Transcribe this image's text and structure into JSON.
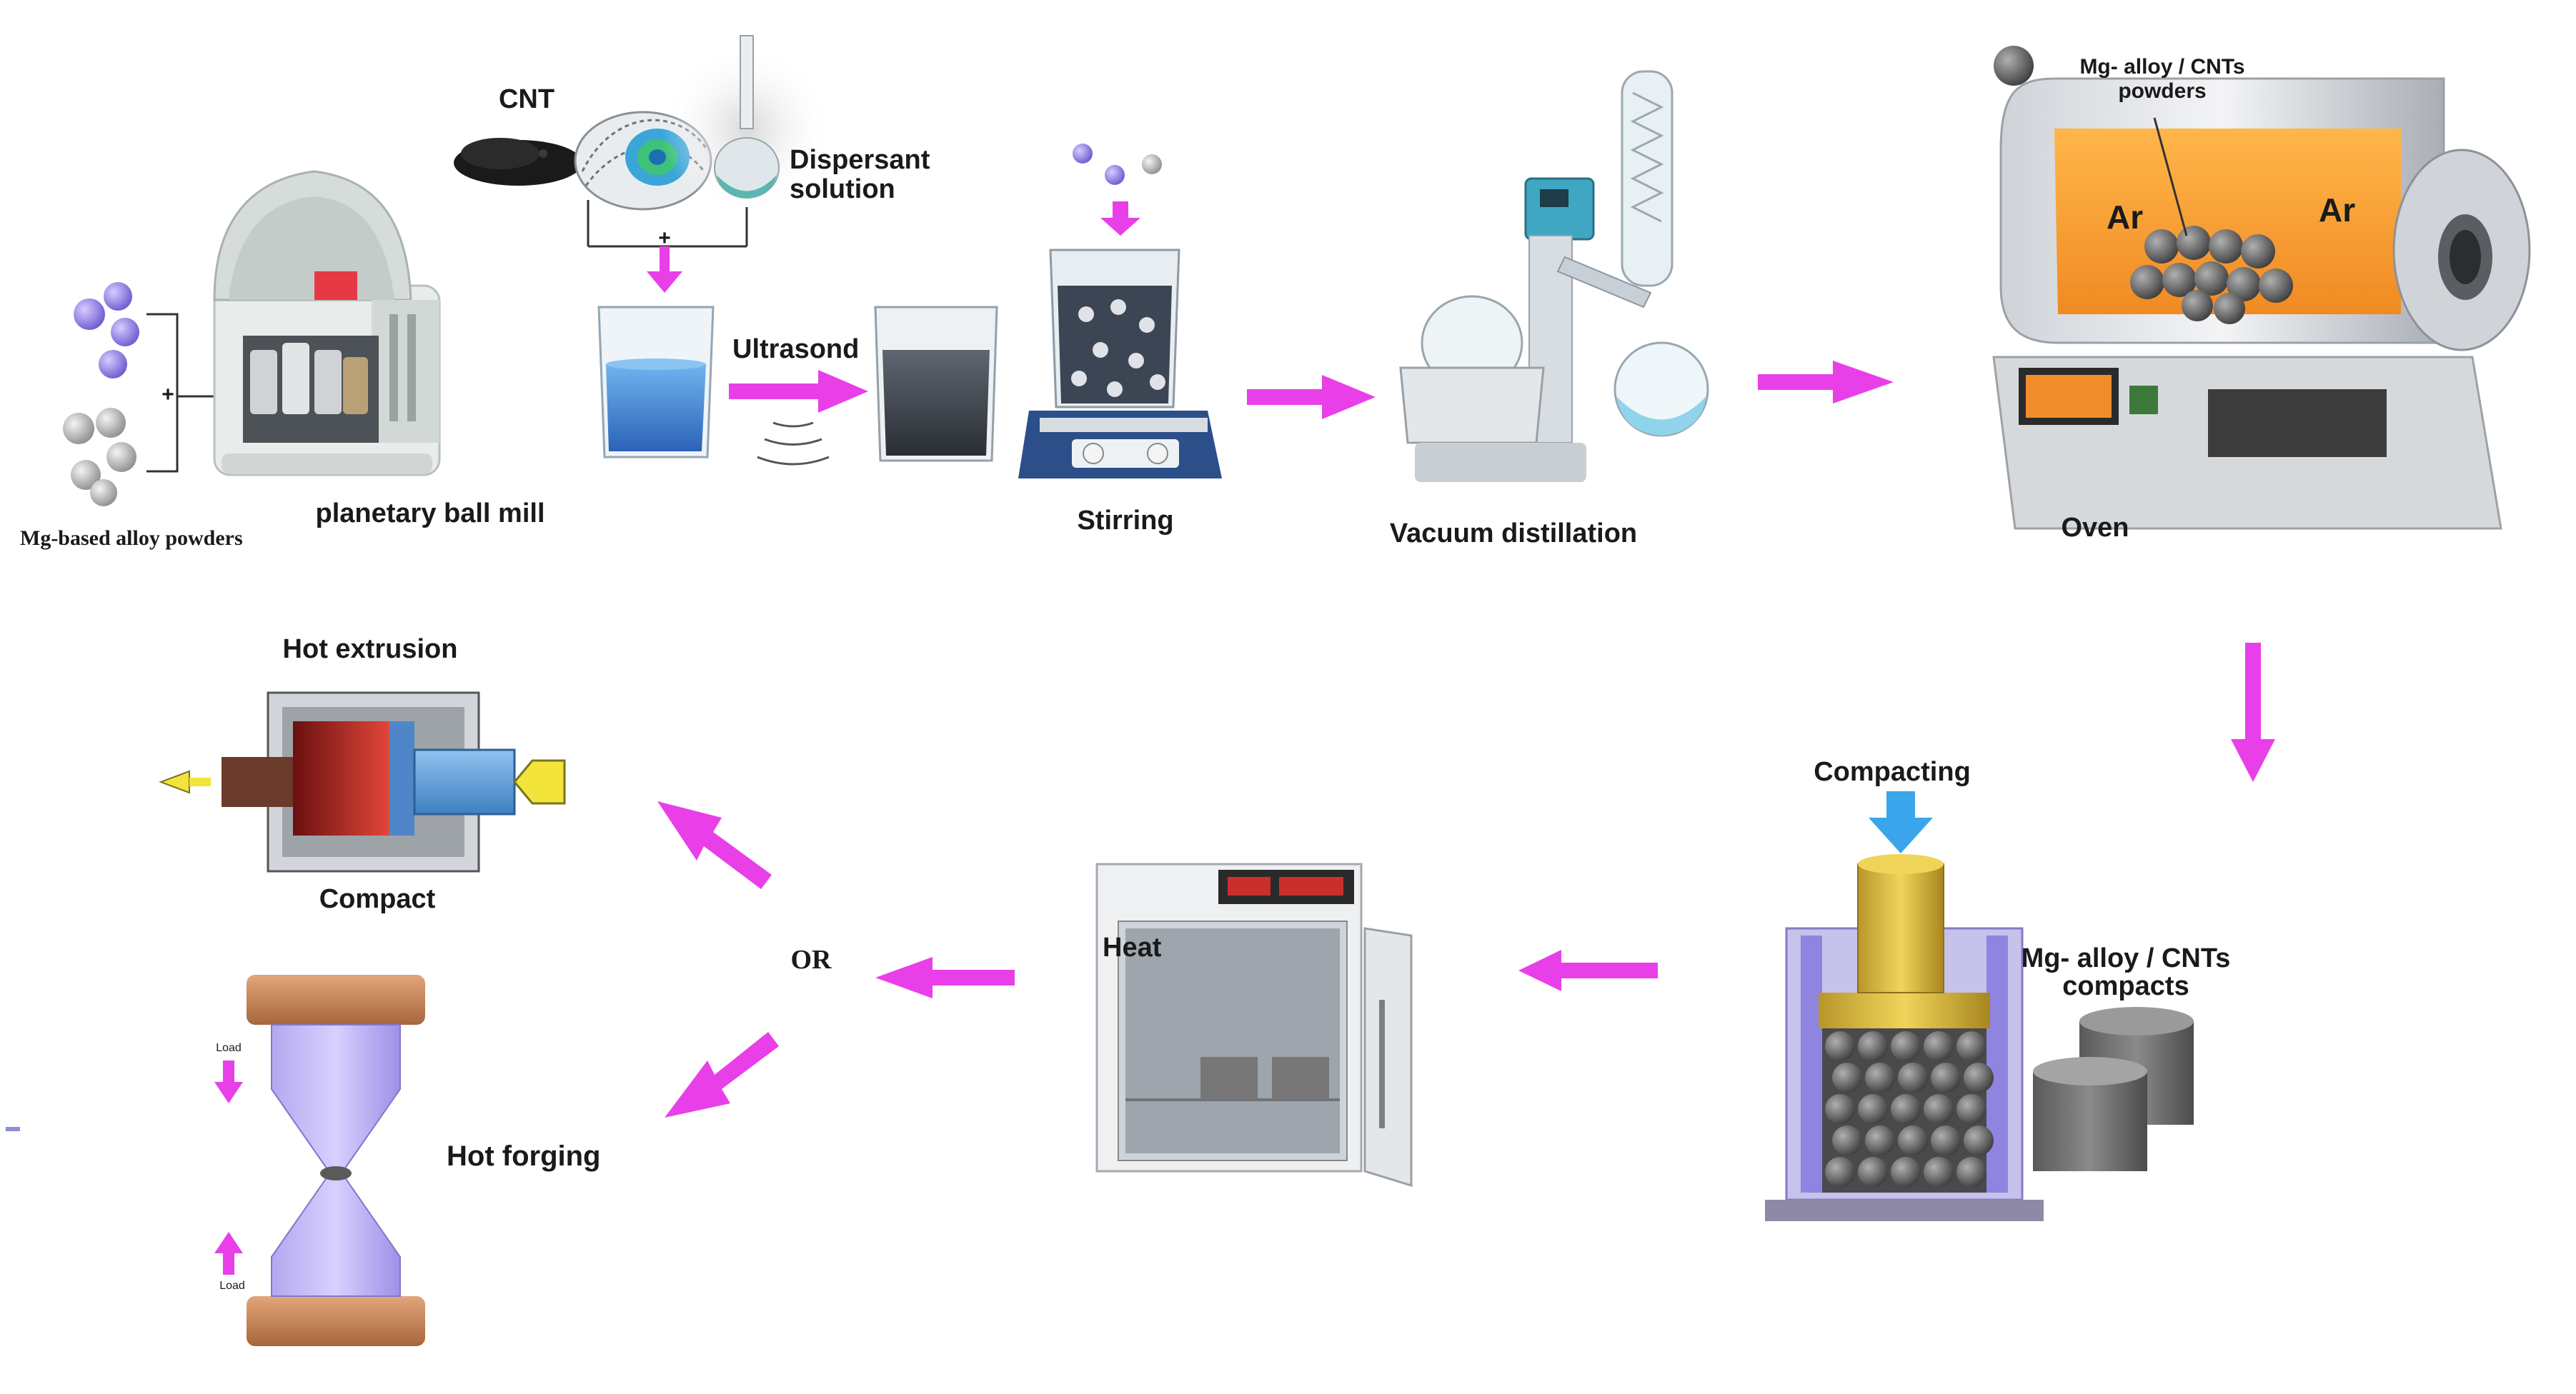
{
  "labels": {
    "cnt": "CNT",
    "dispersant_line1": "Dispersant",
    "dispersant_line2": "solution",
    "ultrasond": "Ultrasond",
    "mg_powders": "Mg-based alloy powders",
    "planetary_ball_mill": "planetary ball mill",
    "plus_sign": "+",
    "stirring": "Stirring",
    "vacuum_distillation": "Vacuum distillation",
    "oven": "Oven",
    "powders_line1": "Mg- alloy / CNTs",
    "powders_line2": "powders",
    "ar_left": "Ar",
    "ar_right": "Ar",
    "compacting": "Compacting",
    "compacts_line1": "Mg- alloy / CNTs",
    "compacts_line2": "compacts",
    "heat": "Heat",
    "or": "OR",
    "hot_extrusion": "Hot extrusion",
    "compact": "Compact",
    "hot_forging": "Hot forging",
    "load_top": "Load",
    "load_bottom": "Load"
  },
  "colors": {
    "arrow_magenta": "#e83fe8",
    "arrow_yellow": "#f2e43a",
    "arrow_blue": "#3aa5ea",
    "furnace_orange": "#f5a23a",
    "die_purple": "#8f84e0",
    "punch_gold": "#d8b83a",
    "forging_copper": "#c98a5a",
    "liquid_blue": "#4f8fd8"
  }
}
